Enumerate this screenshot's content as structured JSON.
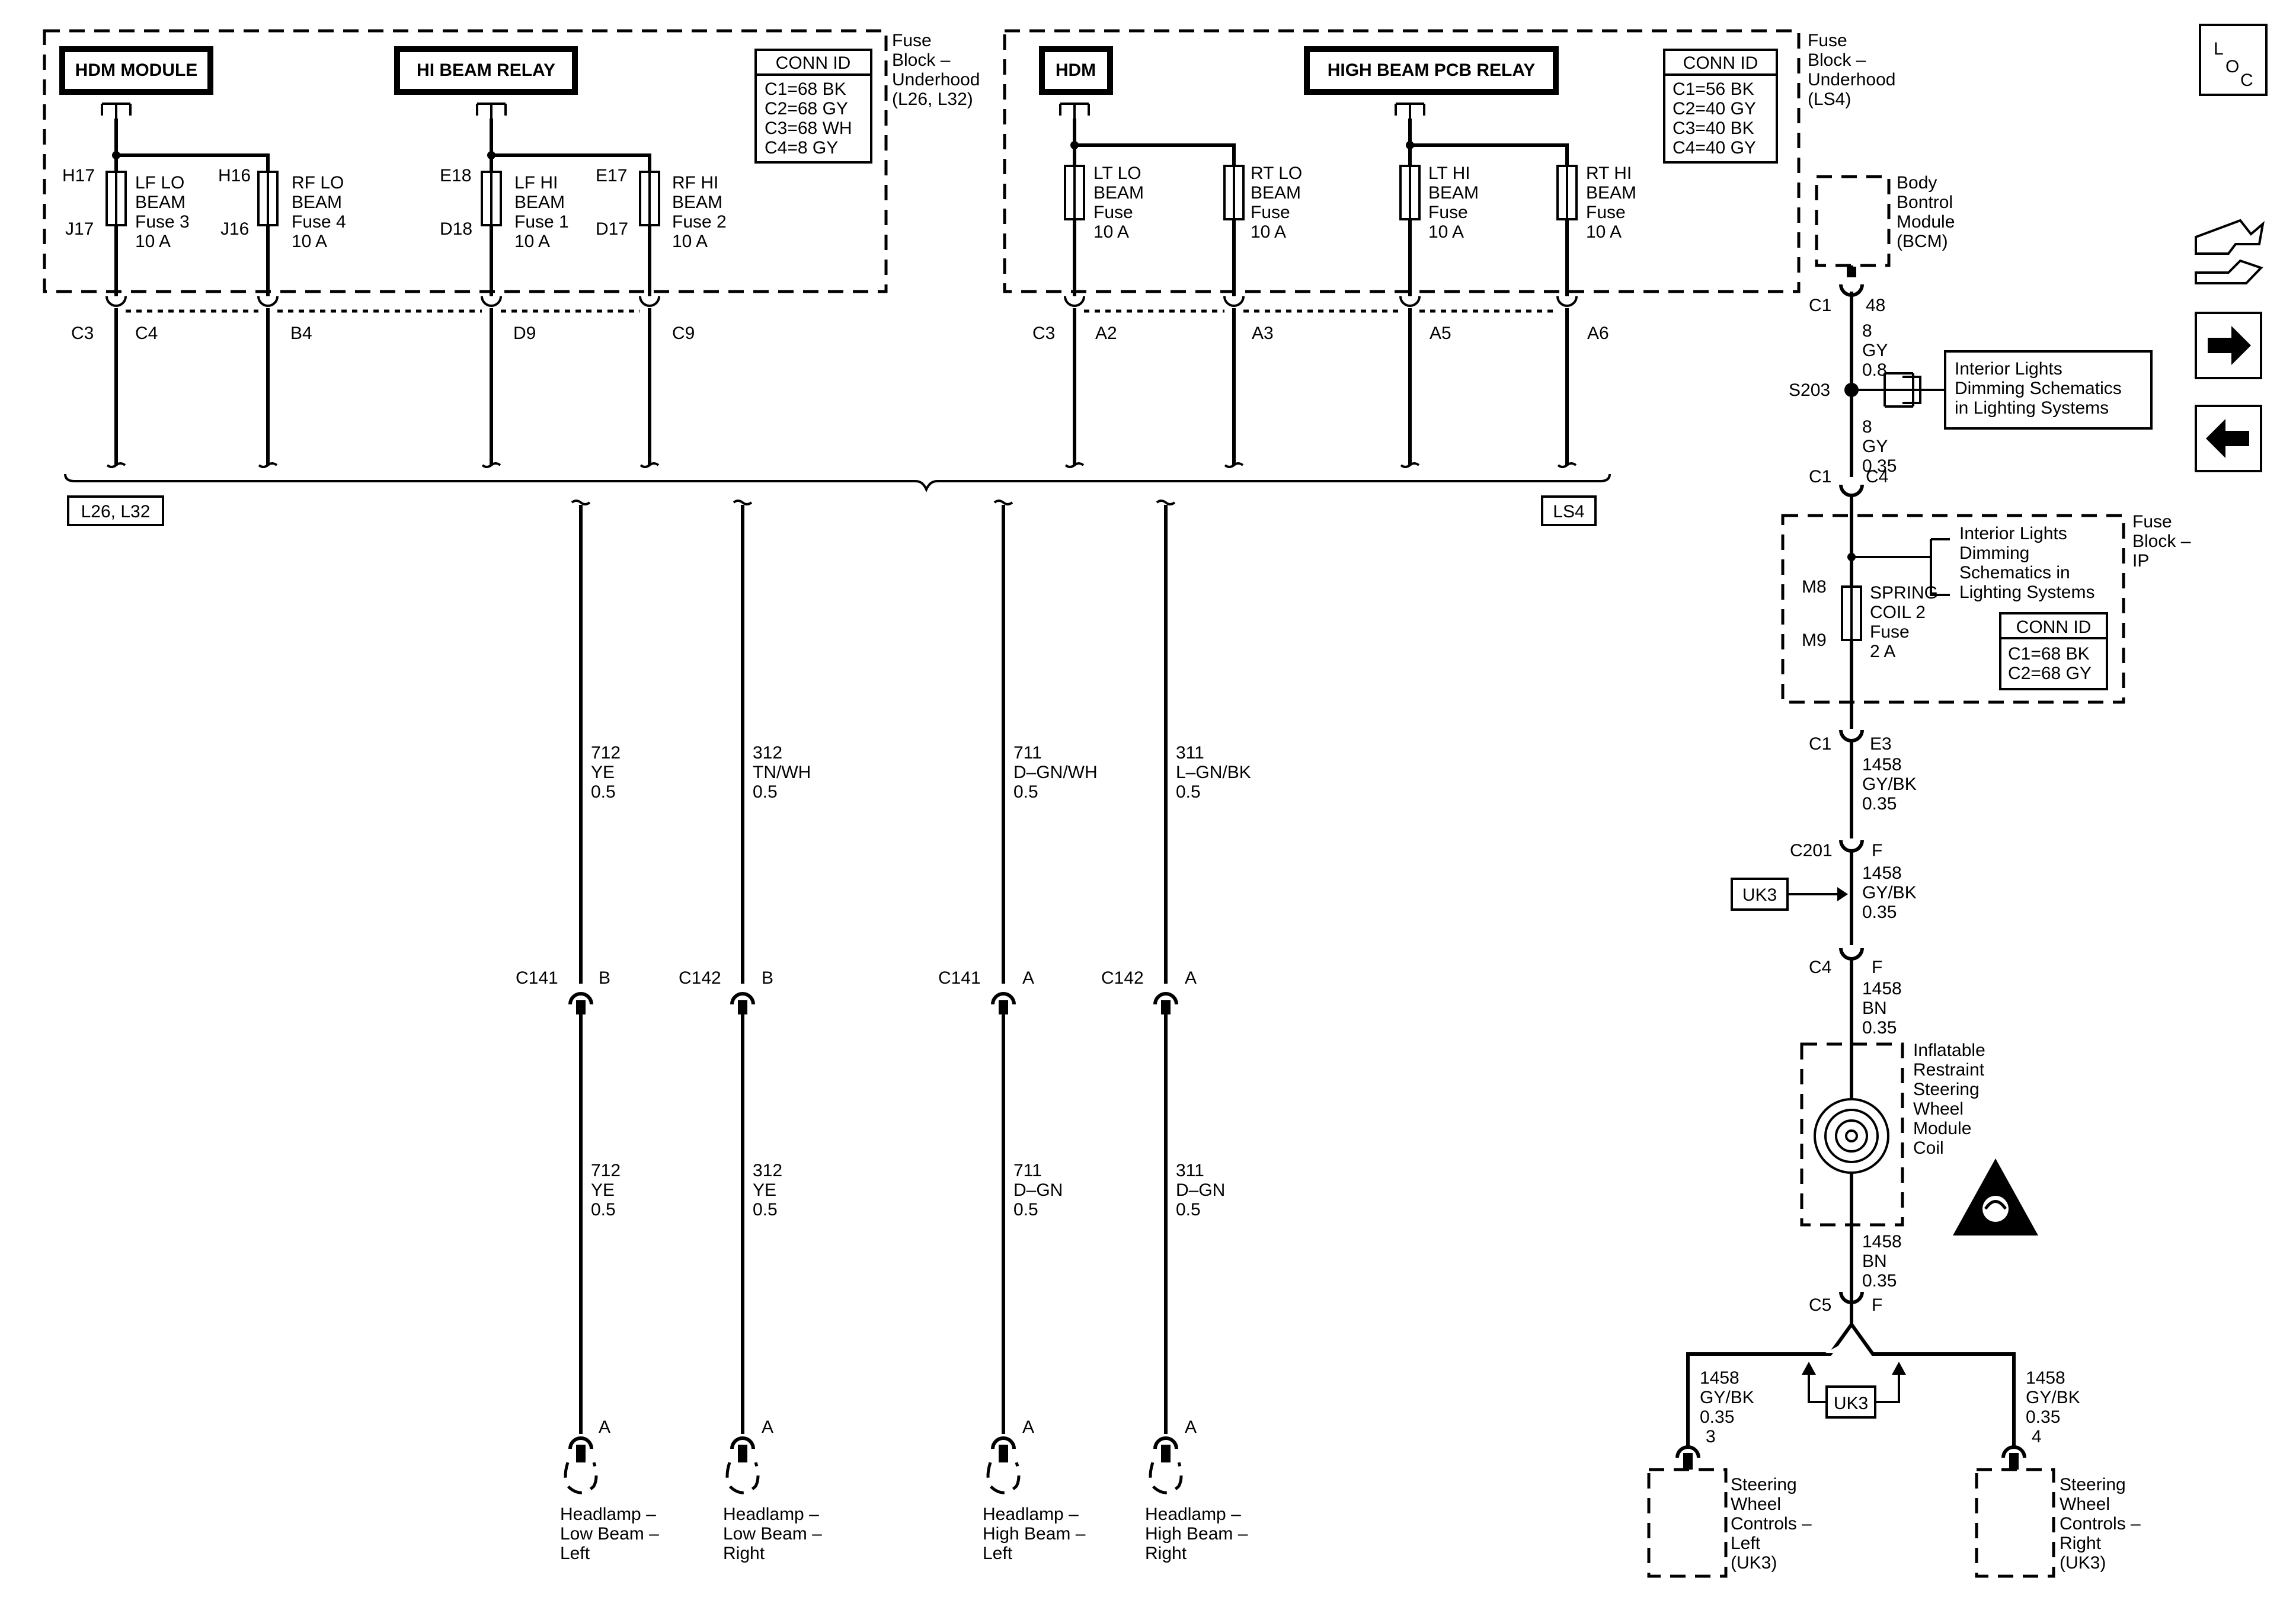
{
  "left_fuse_block": {
    "hdm_module": "HDM MODULE",
    "relay": "HI BEAM RELAY",
    "title": [
      "Fuse",
      "Block –",
      "Underhood",
      "(L26, L32)"
    ],
    "conn_id_title": "CONN ID",
    "conn_id": [
      "C1=68 BK",
      "C2=68 GY",
      "C3=68 WH",
      "C4=8 GY"
    ],
    "fuses": [
      {
        "name": [
          "LF LO",
          "BEAM",
          "Fuse 3",
          "10 A"
        ],
        "pin_top": "H17",
        "pin_bottom": "J17",
        "connector": "C3",
        "cavity": "C4"
      },
      {
        "name": [
          "RF LO",
          "BEAM",
          "Fuse 4",
          "10 A"
        ],
        "pin_top": "H16",
        "pin_bottom": "J16",
        "cavity": "B4"
      },
      {
        "name": [
          "LF HI",
          "BEAM",
          "Fuse 1",
          "10 A"
        ],
        "pin_top": "E18",
        "pin_bottom": "D18",
        "cavity": "D9"
      },
      {
        "name": [
          "RF HI",
          "BEAM",
          "Fuse 2",
          "10 A"
        ],
        "pin_top": "E17",
        "pin_bottom": "D17",
        "cavity": "C9"
      }
    ],
    "option_label": "L26, L32"
  },
  "right_fuse_block": {
    "hdm": "HDM",
    "relay": "HIGH BEAM PCB RELAY",
    "title": [
      "Fuse",
      "Block –",
      "Underhood",
      "(LS4)"
    ],
    "conn_id_title": "CONN ID",
    "conn_id": [
      "C1=56 BK",
      "C2=40 GY",
      "C3=40 BK",
      "C4=40 GY"
    ],
    "fuses": [
      {
        "name": [
          "LT LO",
          "BEAM",
          "Fuse",
          "10 A"
        ],
        "connector": "C3",
        "cavity": "A2"
      },
      {
        "name": [
          "RT LO",
          "BEAM",
          "Fuse",
          "10 A"
        ],
        "cavity": "A3"
      },
      {
        "name": [
          "LT HI",
          "BEAM",
          "Fuse",
          "10 A"
        ],
        "cavity": "A5"
      },
      {
        "name": [
          "RT HI",
          "BEAM",
          "Fuse",
          "10 A"
        ],
        "cavity": "A6"
      }
    ],
    "option_label": "LS4"
  },
  "headlamp_circuits": [
    {
      "upper": [
        "712",
        "YE",
        "0.5"
      ],
      "connector": "C141",
      "pin": "B",
      "lower": [
        "712",
        "YE",
        "0.5"
      ],
      "lamp_pin": "A",
      "lamp": [
        "Headlamp –",
        "Low Beam –",
        "Left"
      ]
    },
    {
      "upper": [
        "312",
        "TN/WH",
        "0.5"
      ],
      "connector": "C142",
      "pin": "B",
      "lower": [
        "312",
        "YE",
        "0.5"
      ],
      "lamp_pin": "A",
      "lamp": [
        "Headlamp –",
        "Low Beam –",
        "Right"
      ]
    },
    {
      "upper": [
        "711",
        "D–GN/WH",
        "0.5"
      ],
      "connector": "C141",
      "pin": "A",
      "lower": [
        "711",
        "D–GN",
        "0.5"
      ],
      "lamp_pin": "A",
      "lamp": [
        "Headlamp –",
        "High Beam –",
        "Left"
      ]
    },
    {
      "upper": [
        "311",
        "L–GN/BK",
        "0.5"
      ],
      "connector": "C142",
      "pin": "A",
      "lower": [
        "311",
        "D–GN",
        "0.5"
      ],
      "lamp_pin": "A",
      "lamp": [
        "Headlamp –",
        "High Beam –",
        "Right"
      ]
    }
  ],
  "bcm_circuit": {
    "bcm": [
      "Body",
      "Bontrol",
      "Module",
      "(BCM)"
    ],
    "bcm_conn": "C1",
    "bcm_pin": "48",
    "wire1": [
      "8",
      "GY",
      "0.8"
    ],
    "splice": "S203",
    "ref1": [
      "Interior Lights",
      "Dimming Schematics",
      "in Lighting Systems"
    ],
    "wire2": [
      "8",
      "GY",
      "0.35"
    ],
    "ip_conn": "C1",
    "ip_pin": "C4",
    "ip_block_title": [
      "Fuse",
      "Block –",
      "IP"
    ],
    "ref2": [
      "Interior Lights",
      "Dimming",
      "Schematics in",
      "Lighting Systems"
    ],
    "spring_pin_top": "M8",
    "spring_pin_bottom": "M9",
    "spring_fuse": [
      "SPRING",
      "COIL 2",
      "Fuse",
      "2 A"
    ],
    "ip_conn_id_title": "CONN ID",
    "ip_conn_id": [
      "C1=68 BK",
      "C2=68 GY"
    ],
    "out_conn": "C1",
    "out_pin": "E3",
    "wire3": [
      "1458",
      "GY/BK",
      "0.35"
    ],
    "c201": "C201",
    "c201_pin": "F",
    "uk3": "UK3",
    "wire4": [
      "1458",
      "GY/BK",
      "0.35"
    ],
    "c4": "C4",
    "c4_pin": "F",
    "wire5": [
      "1458",
      "BN",
      "0.35"
    ],
    "coil": [
      "Inflatable",
      "Restraint",
      "Steering",
      "Wheel",
      "Module",
      "Coil"
    ],
    "wire6": [
      "1458",
      "BN",
      "0.35"
    ],
    "c5": "C5",
    "c5_pin": "F",
    "uk3_bottom": "UK3",
    "left_branch": [
      "1458",
      "GY/BK",
      "0.35",
      "3"
    ],
    "right_branch": [
      "1458",
      "GY/BK",
      "0.35",
      "4"
    ],
    "swc_left": [
      "Steering",
      "Wheel",
      "Controls –",
      "Left",
      "(UK3)"
    ],
    "swc_right": [
      "Steering",
      "Wheel",
      "Controls –",
      "Right",
      "(UK3)"
    ]
  },
  "nav": {
    "loc_l": "L",
    "loc_o": "O",
    "loc_c": "C"
  }
}
